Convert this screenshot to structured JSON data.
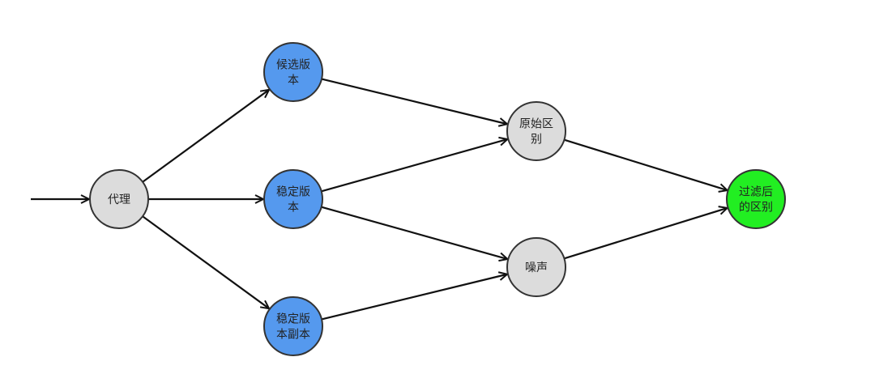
{
  "colors": {
    "blue": "#5599ee",
    "gray": "#dcdcdc",
    "green": "#22ee22",
    "stroke": "#333333",
    "edge": "#111111"
  },
  "nodes": [
    {
      "id": "proxy",
      "lines": [
        "代理"
      ],
      "color": "gray"
    },
    {
      "id": "candidate",
      "lines": [
        "候选版",
        "本"
      ],
      "color": "blue"
    },
    {
      "id": "stable",
      "lines": [
        "稳定版",
        "本"
      ],
      "color": "blue"
    },
    {
      "id": "stable-copy",
      "lines": [
        "稳定版",
        "本副本"
      ],
      "color": "blue"
    },
    {
      "id": "raw-diff",
      "lines": [
        "原始区",
        "别"
      ],
      "color": "gray"
    },
    {
      "id": "noise",
      "lines": [
        "噪声"
      ],
      "color": "gray"
    },
    {
      "id": "filtered-diff",
      "lines": [
        "过滤后",
        "的区别"
      ],
      "color": "green"
    }
  ],
  "edges": [
    [
      "input",
      "proxy"
    ],
    [
      "proxy",
      "candidate"
    ],
    [
      "proxy",
      "stable"
    ],
    [
      "proxy",
      "stable-copy"
    ],
    [
      "candidate",
      "raw-diff"
    ],
    [
      "stable",
      "raw-diff"
    ],
    [
      "stable",
      "noise"
    ],
    [
      "stable-copy",
      "noise"
    ],
    [
      "raw-diff",
      "filtered-diff"
    ],
    [
      "noise",
      "filtered-diff"
    ]
  ]
}
